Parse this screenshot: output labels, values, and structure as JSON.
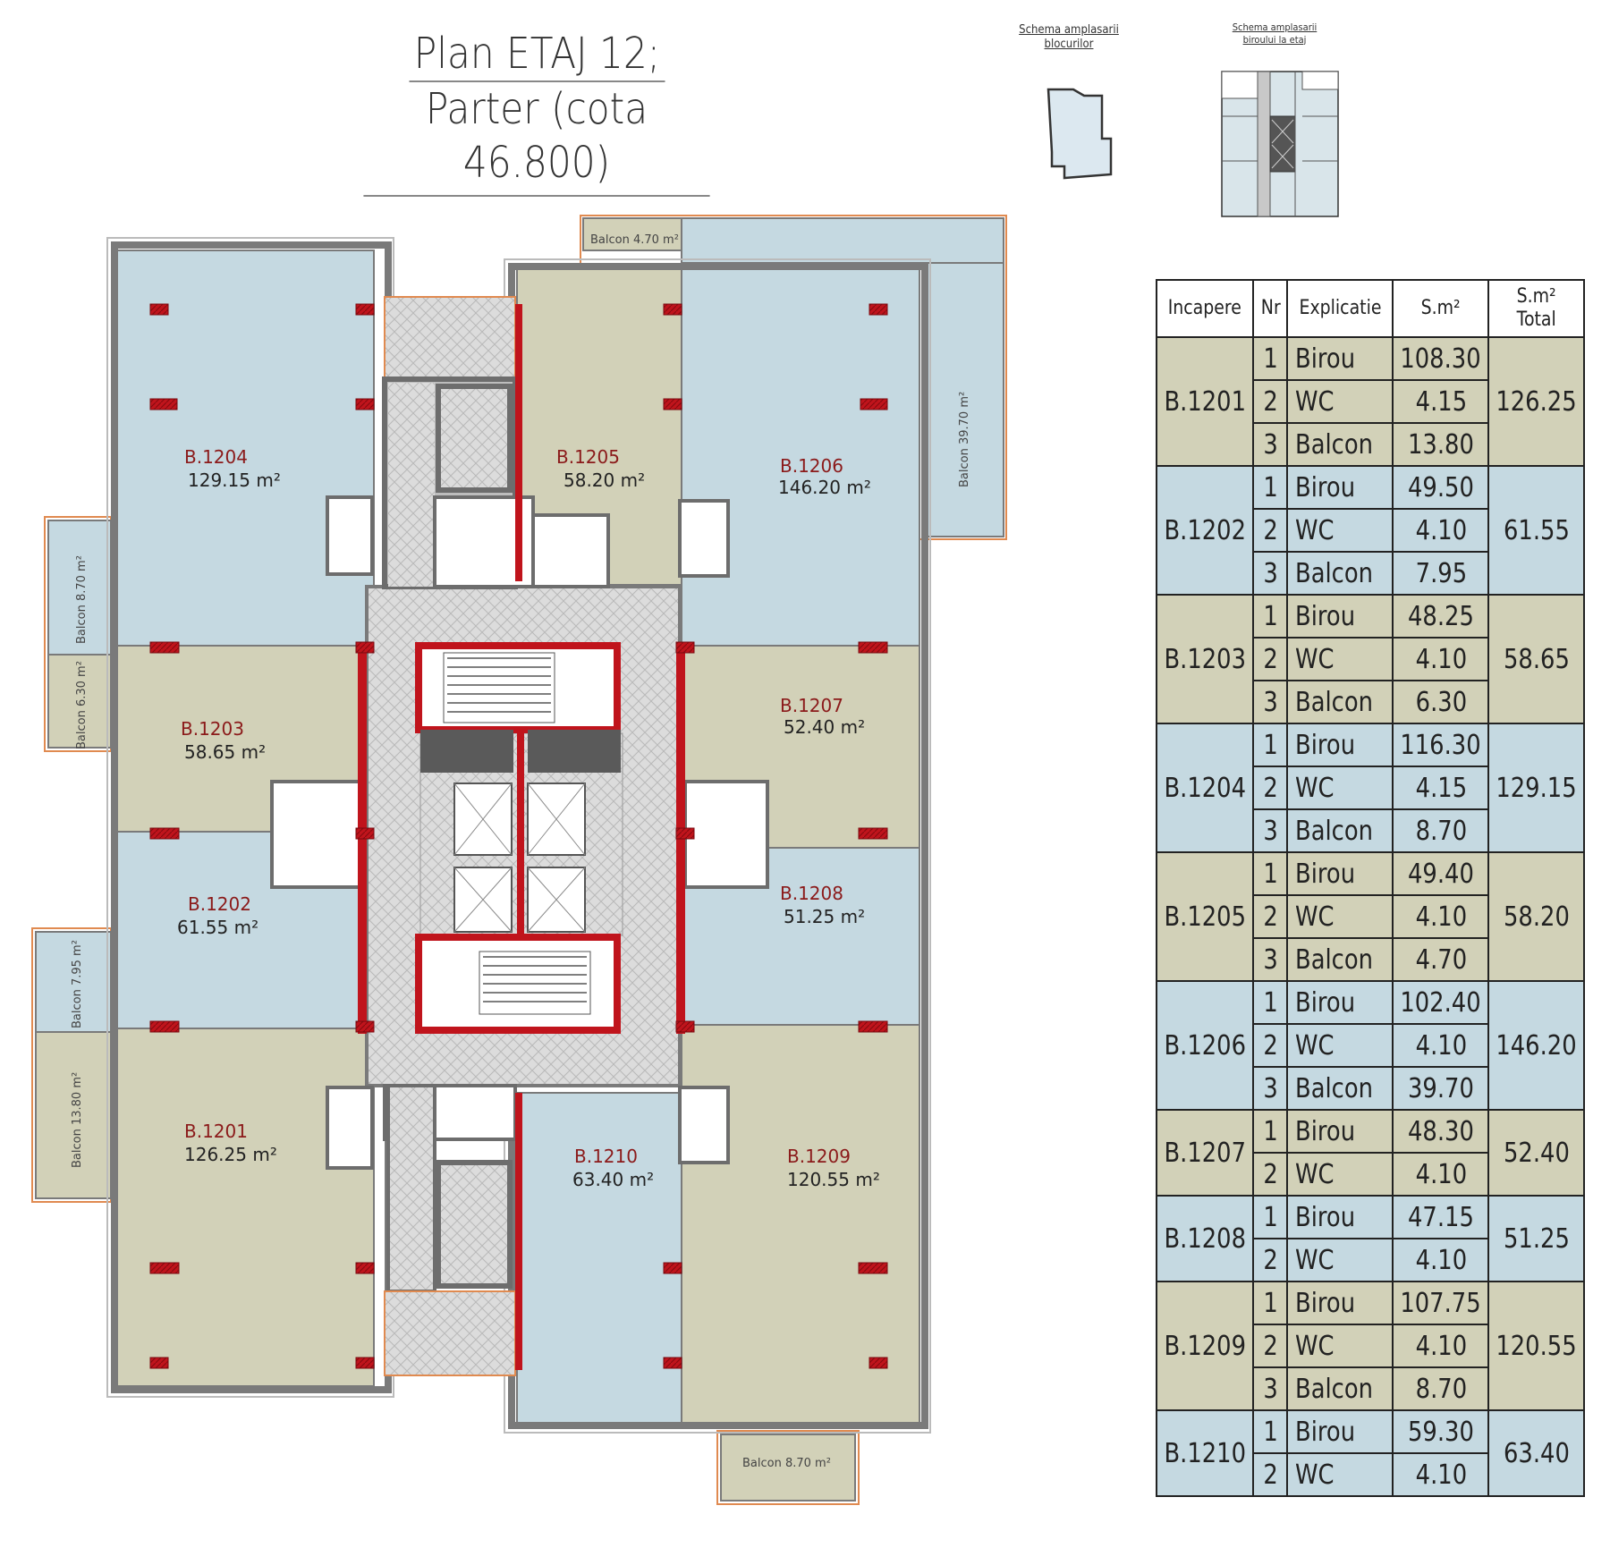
{
  "title": {
    "line1": "Plan ETAJ 12;",
    "line2": "Parter (cota 46.800)"
  },
  "schema_blocks": {
    "line1": "Schema amplasarii",
    "line2": "blocurilor"
  },
  "schema_office": {
    "line1": "Schema amplasarii",
    "line2": "biroului la etaj"
  },
  "colors": {
    "olive": "#d2d1b8",
    "blue": "#c5d9e1",
    "wall": "#7a7a7a",
    "core": "#dedede",
    "red": "#c0141c",
    "orange": "#e08a50"
  },
  "rooms": {
    "b1201": {
      "code": "B.1201",
      "area": "126.25 m²"
    },
    "b1202": {
      "code": "B.1202",
      "area": "61.55 m²"
    },
    "b1203": {
      "code": "B.1203",
      "area": "58.65 m²"
    },
    "b1204": {
      "code": "B.1204",
      "area": "129.15 m²"
    },
    "b1205": {
      "code": "B.1205",
      "area": "58.20 m²"
    },
    "b1206": {
      "code": "B.1206",
      "area": "146.20 m²"
    },
    "b1207": {
      "code": "B.1207",
      "area": "52.40 m²"
    },
    "b1208": {
      "code": "B.1208",
      "area": "51.25 m²"
    },
    "b1209": {
      "code": "B.1209",
      "area": "120.55 m²"
    },
    "b1210": {
      "code": "B.1210",
      "area": "63.40 m²"
    }
  },
  "balconies": {
    "top": "Balcon 4.70 m²",
    "right": "Balcon 39.70 m²",
    "left1": "Balcon 8.70 m²",
    "left2": "Balcon 6.30 m²",
    "left3": "Balcon 7.95 m²",
    "left4": "Balcon 13.80 m²",
    "bottom": "Balcon 8.70 m²"
  },
  "table": {
    "headers": {
      "room": "Incapere",
      "nr": "Nr",
      "expl": "Explicatie",
      "area": "S.m²",
      "total_line1": "S.m²",
      "total_line2": "Total"
    },
    "groups": [
      {
        "room": "B.1201",
        "total": "126.25",
        "tone": "olive",
        "rows": [
          {
            "nr": "1",
            "expl": "Birou",
            "area": "108.30"
          },
          {
            "nr": "2",
            "expl": "WC",
            "area": "4.15"
          },
          {
            "nr": "3",
            "expl": "Balcon",
            "area": "13.80"
          }
        ]
      },
      {
        "room": "B.1202",
        "total": "61.55",
        "tone": "blue",
        "rows": [
          {
            "nr": "1",
            "expl": "Birou",
            "area": "49.50"
          },
          {
            "nr": "2",
            "expl": "WC",
            "area": "4.10"
          },
          {
            "nr": "3",
            "expl": "Balcon",
            "area": "7.95"
          }
        ]
      },
      {
        "room": "B.1203",
        "total": "58.65",
        "tone": "olive",
        "rows": [
          {
            "nr": "1",
            "expl": "Birou",
            "area": "48.25"
          },
          {
            "nr": "2",
            "expl": "WC",
            "area": "4.10"
          },
          {
            "nr": "3",
            "expl": "Balcon",
            "area": "6.30"
          }
        ]
      },
      {
        "room": "B.1204",
        "total": "129.15",
        "tone": "blue",
        "rows": [
          {
            "nr": "1",
            "expl": "Birou",
            "area": "116.30"
          },
          {
            "nr": "2",
            "expl": "WC",
            "area": "4.15"
          },
          {
            "nr": "3",
            "expl": "Balcon",
            "area": "8.70"
          }
        ]
      },
      {
        "room": "B.1205",
        "total": "58.20",
        "tone": "olive",
        "rows": [
          {
            "nr": "1",
            "expl": "Birou",
            "area": "49.40"
          },
          {
            "nr": "2",
            "expl": "WC",
            "area": "4.10"
          },
          {
            "nr": "3",
            "expl": "Balcon",
            "area": "4.70"
          }
        ]
      },
      {
        "room": "B.1206",
        "total": "146.20",
        "tone": "blue",
        "rows": [
          {
            "nr": "1",
            "expl": "Birou",
            "area": "102.40"
          },
          {
            "nr": "2",
            "expl": "WC",
            "area": "4.10"
          },
          {
            "nr": "3",
            "expl": "Balcon",
            "area": "39.70"
          }
        ]
      },
      {
        "room": "B.1207",
        "total": "52.40",
        "tone": "olive",
        "rows": [
          {
            "nr": "1",
            "expl": "Birou",
            "area": "48.30"
          },
          {
            "nr": "2",
            "expl": "WC",
            "area": "4.10"
          }
        ]
      },
      {
        "room": "B.1208",
        "total": "51.25",
        "tone": "blue",
        "rows": [
          {
            "nr": "1",
            "expl": "Birou",
            "area": "47.15"
          },
          {
            "nr": "2",
            "expl": "WC",
            "area": "4.10"
          }
        ]
      },
      {
        "room": "B.1209",
        "total": "120.55",
        "tone": "olive",
        "rows": [
          {
            "nr": "1",
            "expl": "Birou",
            "area": "107.75"
          },
          {
            "nr": "2",
            "expl": "WC",
            "area": "4.10"
          },
          {
            "nr": "3",
            "expl": "Balcon",
            "area": "8.70"
          }
        ]
      },
      {
        "room": "B.1210",
        "total": "63.40",
        "tone": "blue",
        "rows": [
          {
            "nr": "1",
            "expl": "Birou",
            "area": "59.30"
          },
          {
            "nr": "2",
            "expl": "WC",
            "area": "4.10"
          }
        ]
      }
    ]
  }
}
